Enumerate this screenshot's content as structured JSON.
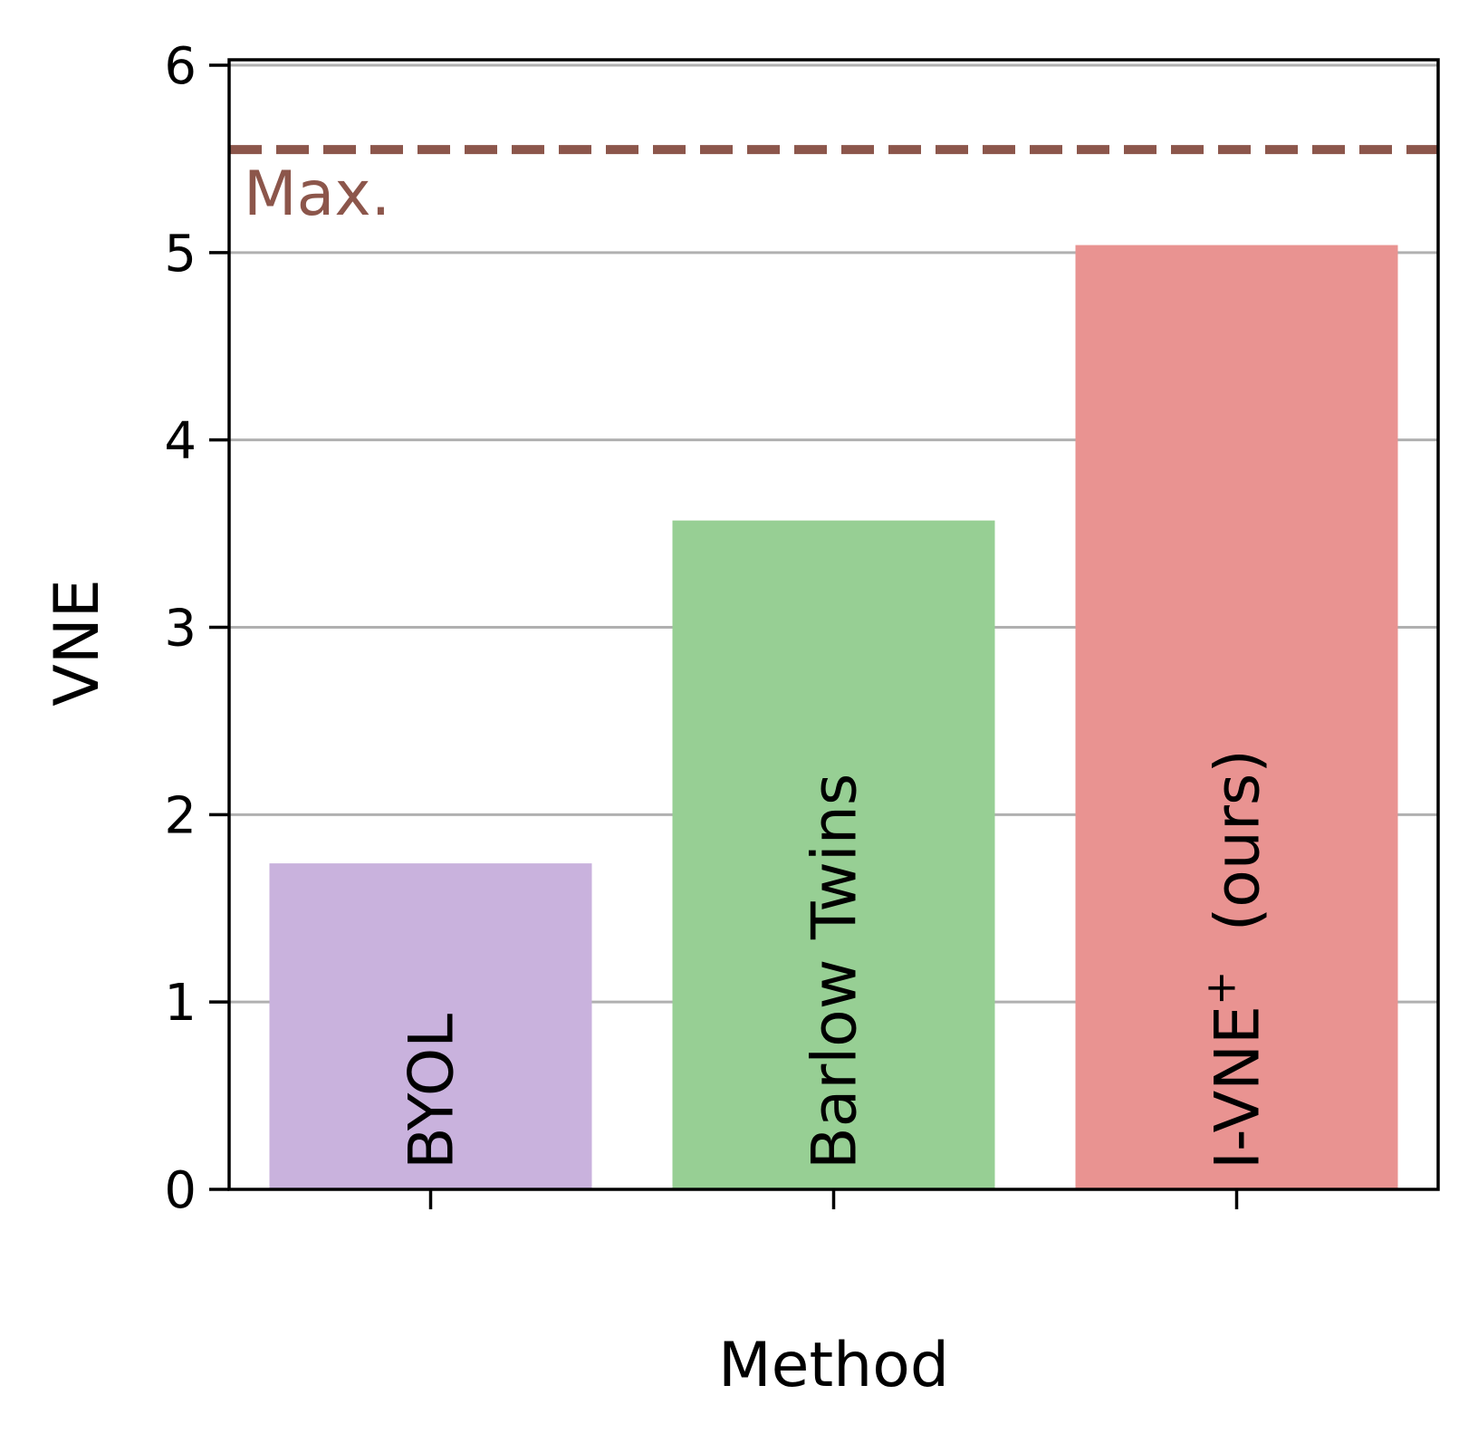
{
  "chart_data": {
    "type": "bar",
    "categories": [
      "BYOL",
      "Barlow Twins",
      "I-VNE"
    ],
    "category_label_suffixes": [
      "",
      "",
      " (ours)"
    ],
    "category_label_superscripts": [
      "",
      "",
      "+"
    ],
    "values": [
      1.74,
      3.57,
      5.04
    ],
    "colors": [
      "#c9b2dd",
      "#97cf94",
      "#e99391"
    ],
    "xlabel": "Method",
    "ylabel": "VNE",
    "ylim": [
      0,
      6
    ],
    "yticks": [
      "0",
      "1",
      "2",
      "3",
      "4",
      "5",
      "6"
    ],
    "grid": true,
    "reference_line": {
      "value": 5.55,
      "label": "Max.",
      "style": "dashed",
      "color": "#8c564b"
    }
  }
}
